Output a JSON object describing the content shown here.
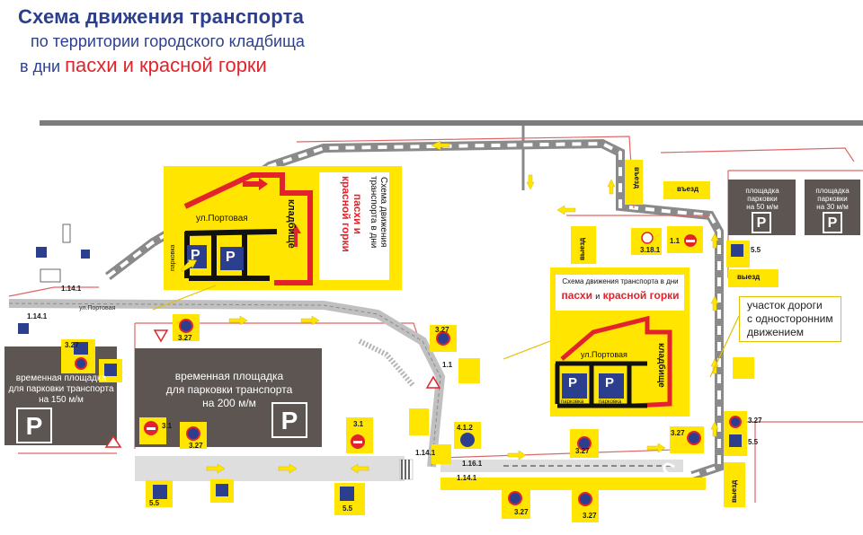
{
  "title": {
    "line1": "Схема движения транспорта",
    "line2": "по территории городского кладбища",
    "line3_prefix": "в дни",
    "line3_highlight": "пасхи и красной горки"
  },
  "parking_lots": {
    "lot_150": {
      "line1": "временная площадка",
      "line2": "для парковки транспорта",
      "line3": "на 150 м/м",
      "sign": "P"
    },
    "lot_200": {
      "line1": "временная площадка",
      "line2": "для парковки транспорта",
      "line3": "на 200 м/м",
      "sign": "P"
    },
    "lot_50": {
      "line1": "площадка",
      "line2": "парковки",
      "line3": "на 50 м/м",
      "sign": "P"
    },
    "lot_30": {
      "line1": "площадка",
      "line2": "парковки",
      "line3": "на 30 м/м",
      "sign": "P"
    }
  },
  "inset_large": {
    "title_line1": "Схема движения",
    "title_line2": "транспорта в дни",
    "title_highlight1": "пасхи и",
    "title_highlight2": "красной горки",
    "street": "ул.Портовая",
    "cemetery": "кладбище",
    "parking_small": "парковка",
    "sign": "P"
  },
  "inset_small": {
    "title": "Схема движения транспорта в дни",
    "highlight1": "пасхи",
    "connector": "и",
    "highlight2": "красной горки",
    "street": "ул.Портовая",
    "cemetery": "кладбище",
    "parking1": "парковка",
    "parking2": "парковка",
    "sign": "P"
  },
  "callout": {
    "line1": "участок дороги",
    "line2": "с односторонним",
    "line3": "движением"
  },
  "street_label": "ул.Портовая",
  "signs": {
    "exit_left": "выезд",
    "exit_right": "выезд",
    "exit_bottom": "выезд",
    "entry_top": "въезд",
    "entry_2": "въезд",
    "codes": [
      "3.27",
      "3.27",
      "3.27",
      "3.27",
      "3.27",
      "3.27",
      "3.1",
      "3.1",
      "5.5",
      "5.5",
      "5.5",
      "5.5",
      "3.18.1",
      "1.14.1",
      "1.14.1",
      "1.14.1",
      "1.1",
      "4.1.2",
      "3.27",
      "3.27",
      "3.27",
      "1.16.1",
      "1.14.1",
      "1.1"
    ]
  },
  "colors": {
    "title_blue": "#2c3f8f",
    "highlight_red": "#e2232c",
    "sign_yellow": "#ffe500",
    "road_gray": "#8a8a8a",
    "lot_gray": "#5c5552",
    "route_red": "#e2232c",
    "route_black": "#111111"
  }
}
